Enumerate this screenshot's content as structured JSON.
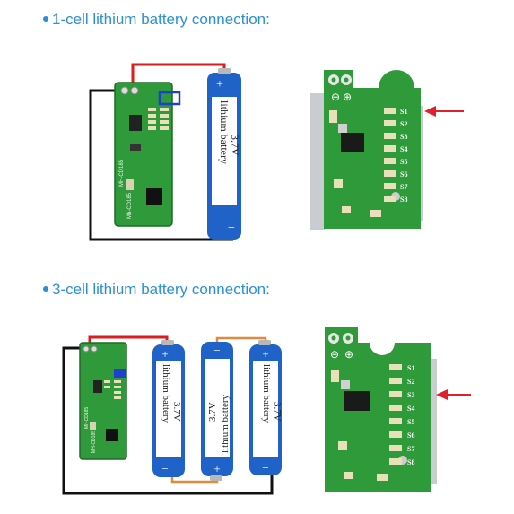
{
  "section1": {
    "heading": "1-cell lithium battery connection:",
    "battery": {
      "voltage": "3.7V",
      "label": "lithium battery",
      "plus": "+",
      "minus": "−"
    },
    "board_text": [
      "MH-CD185",
      "Mh-CD185"
    ],
    "pads": [
      "S1",
      "S2",
      "S3",
      "S4",
      "S5",
      "S6",
      "S7",
      "S8"
    ],
    "selected_pad": "S1"
  },
  "section2": {
    "heading": "3-cell lithium battery connection:",
    "batteries": [
      {
        "voltage": "3.7V",
        "label": "lithium battery",
        "plus": "+",
        "minus": "−"
      },
      {
        "voltage": "3.7V",
        "label": "lithium battery",
        "plus": "+",
        "minus": "−"
      },
      {
        "voltage": "3.7V",
        "label": "lithium battery",
        "plus": "+",
        "minus": "−"
      }
    ],
    "board_text": [
      "Mh-CD185",
      "MH-CD185"
    ],
    "pads": [
      "S1",
      "S2",
      "S3",
      "S4",
      "S5",
      "S6",
      "S7",
      "S8"
    ],
    "selected_pad": "S3"
  },
  "colors": {
    "heading": "#2b8fd6",
    "pcb": "#2f9a3a",
    "battery": "#1f63c8",
    "wire_red": "#d81e1e",
    "arrow": "#e0202a"
  }
}
